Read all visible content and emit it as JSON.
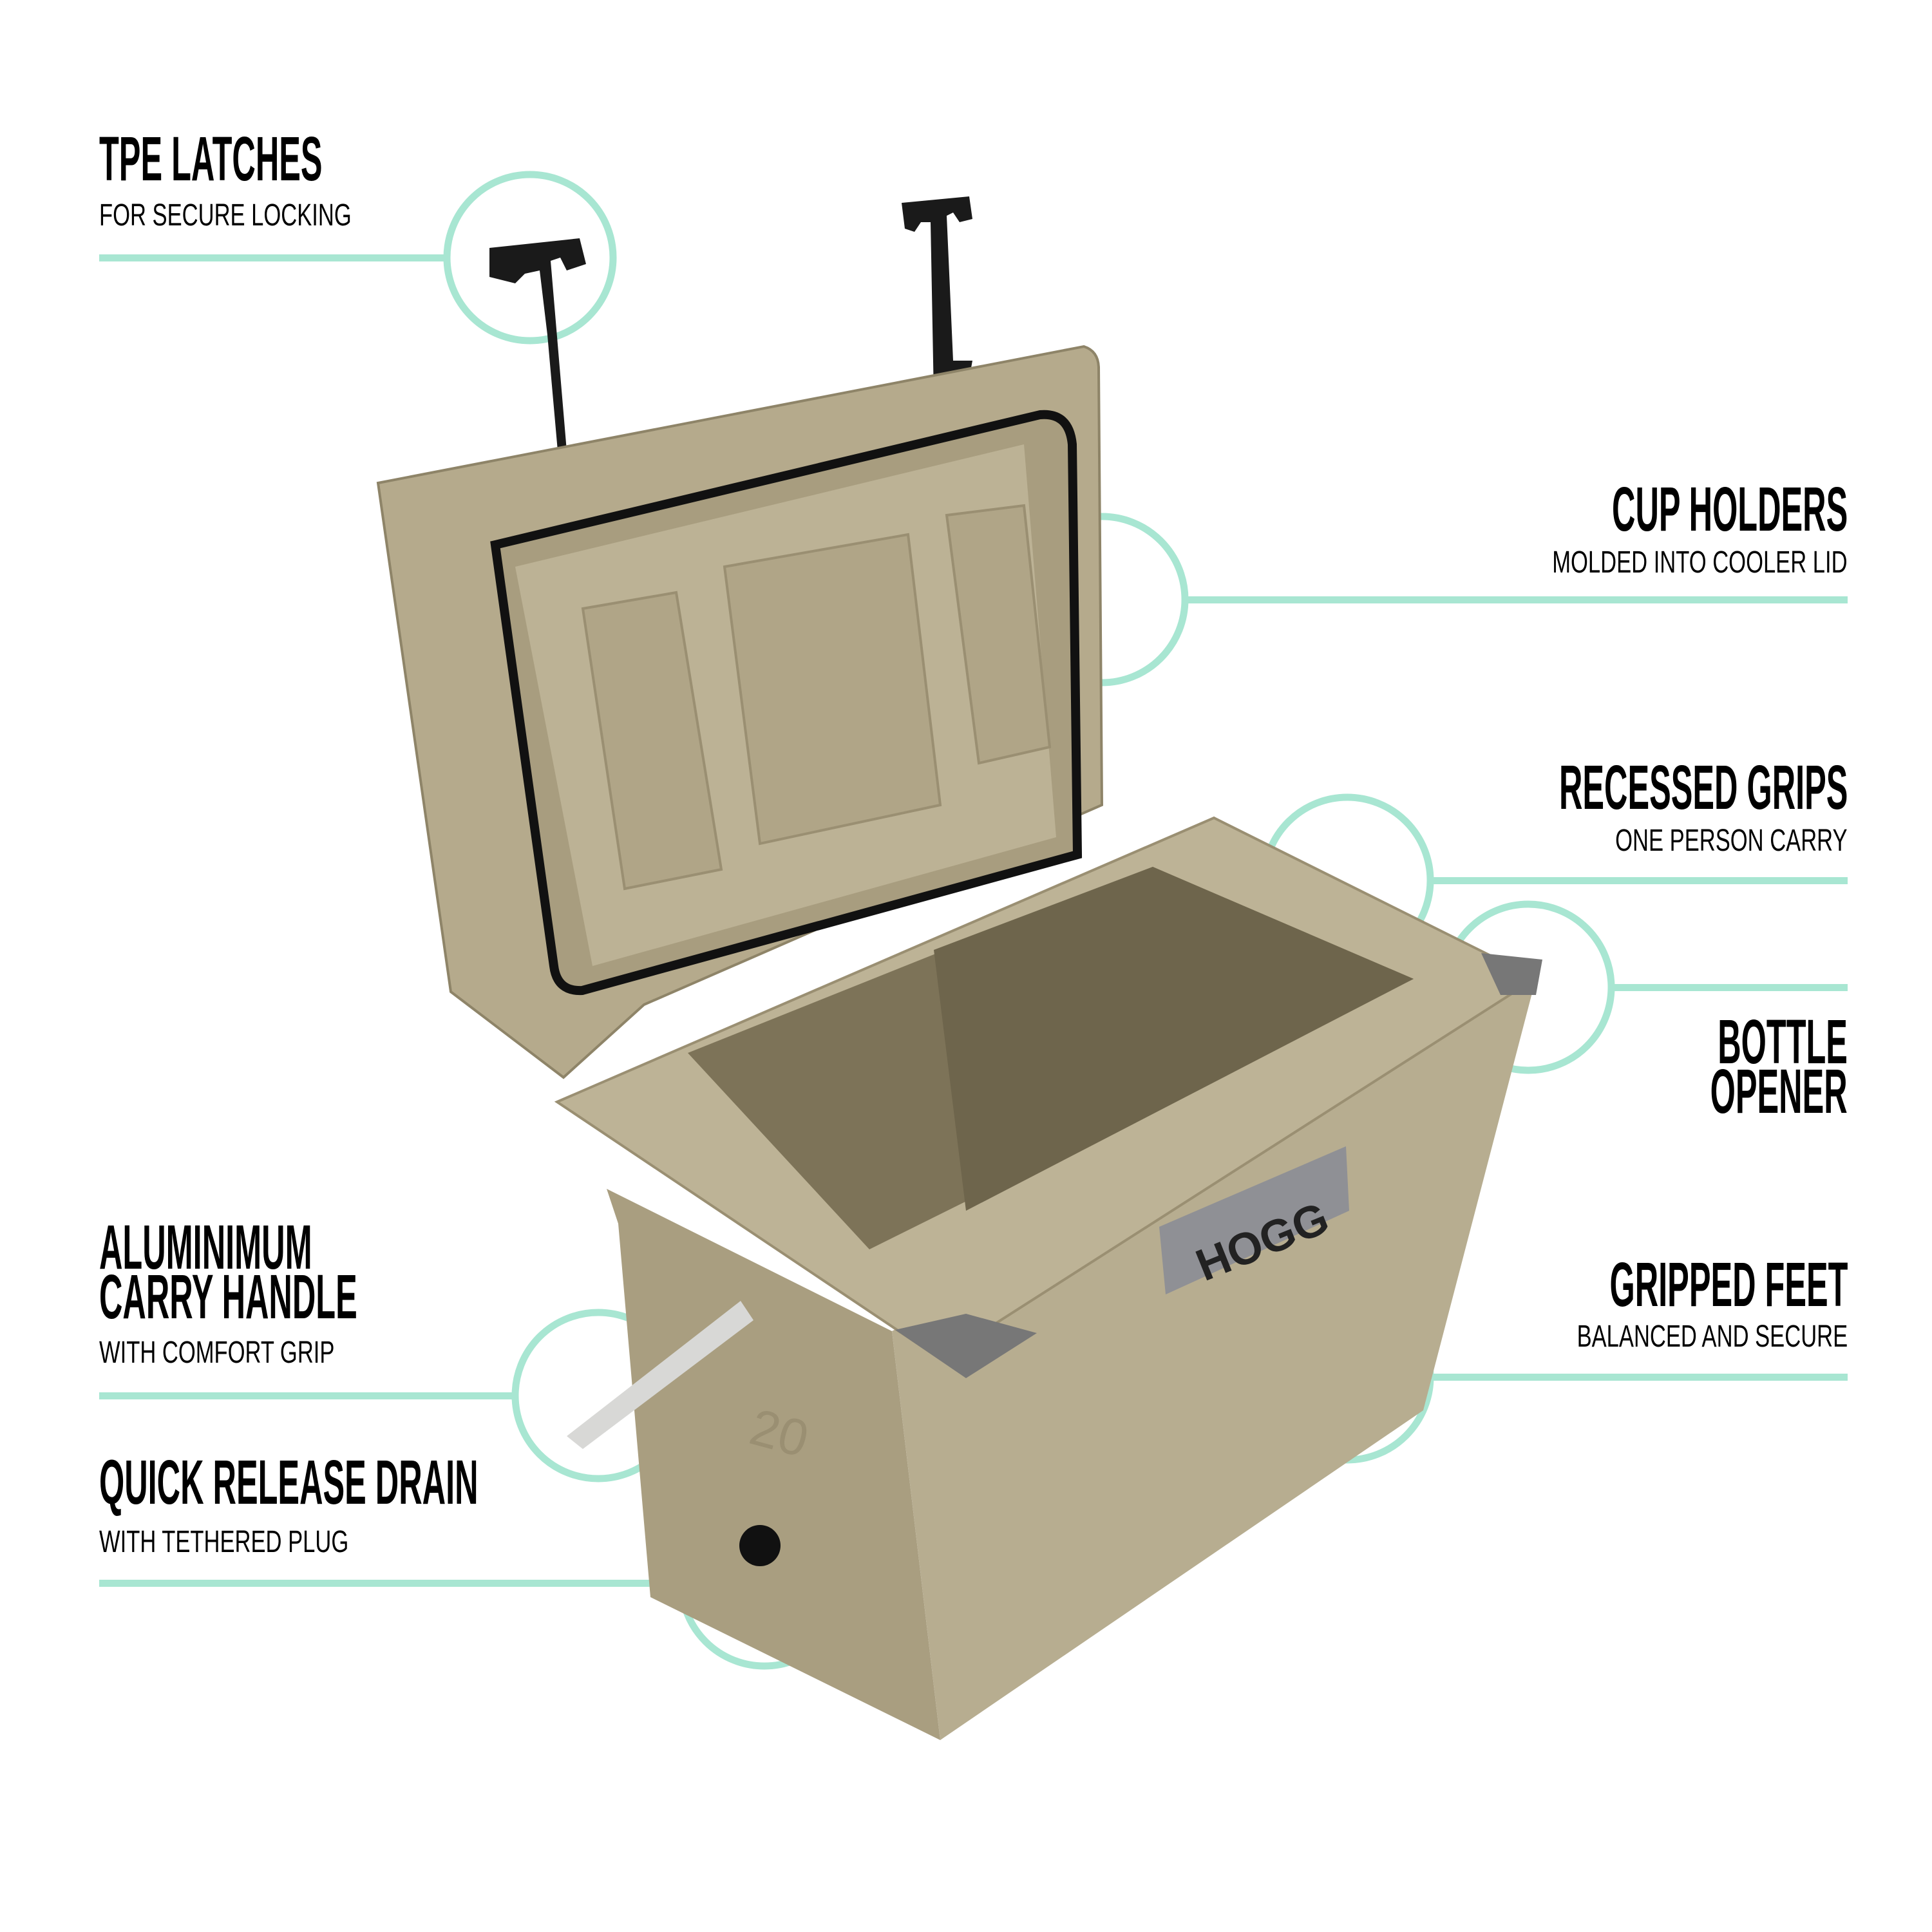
{
  "accent_color": "#a8e6d2",
  "cooler_color": "#b5aa8c",
  "callouts": {
    "tpe_latches": {
      "title": "TPE LATCHES",
      "subtitle": "FOR SECURE LOCKING"
    },
    "cup_holders": {
      "title": "CUP HOLDERS",
      "subtitle": "MOLDED INTO COOLER LID"
    },
    "recessed_grips": {
      "title": "RECESSED GRIPS",
      "subtitle": "ONE PERSON CARRY"
    },
    "bottle_opener": {
      "title_line1": "BOTTLE",
      "title_line2": "OPENER"
    },
    "aluminium_handle": {
      "title_line1": "ALUMINIMUM",
      "title_line2": "CARRY HANDLE",
      "subtitle": "WITH COMFORT GRIP"
    },
    "gripped_feet": {
      "title": "GRIPPED FEET",
      "subtitle": "BALANCED AND SECURE"
    },
    "drain": {
      "title": "QUICK RELEASE DRAIN",
      "subtitle": "WITH TETHERED PLUG"
    }
  },
  "product": {
    "brand_logo": "HOGG",
    "size_marking": "20"
  }
}
